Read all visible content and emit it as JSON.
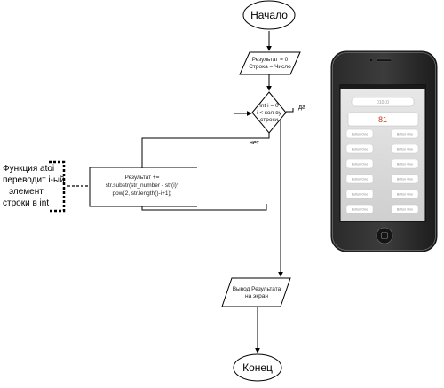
{
  "flowchart": {
    "start": "Начало",
    "init": [
      "Результат = 0",
      "Строка = Число"
    ],
    "condition": [
      "int i = 0",
      "i < кол-ву",
      "строки"
    ],
    "yes_label": "да",
    "no_label": "нет",
    "process": [
      "Результат +=",
      "str.substr(str_number - str(i)*",
      "pow(2, str.length()-i+1);"
    ],
    "output": [
      "Вывод Результата",
      "на экран"
    ],
    "end": "Конец",
    "annotation": [
      "Функция atoi",
      "переводит i-ый",
      "элемент",
      "строки в int"
    ]
  },
  "phone": {
    "input_value": "01010",
    "result_value": "81",
    "buttons": [
      [
        "Button One",
        "Button One"
      ],
      [
        "Button One",
        "Button One"
      ],
      [
        "Button One",
        "Button One"
      ],
      [
        "Button One",
        "Button One"
      ],
      [
        "Button One",
        "Button One"
      ],
      [
        "Button One",
        "Button One"
      ]
    ]
  }
}
